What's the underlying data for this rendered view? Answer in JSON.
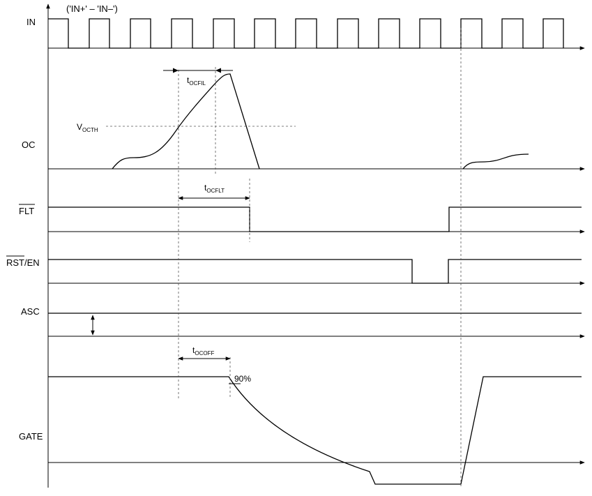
{
  "signals": {
    "in": "IN",
    "in_note": "('IN+' – 'IN–')",
    "oc": "OC",
    "flt": "FLT",
    "rst_en_bar": "RST",
    "rst_en_rest": "/EN",
    "asc": "ASC",
    "gate": "GATE"
  },
  "annotations": {
    "vocth_main": "V",
    "vocth_sub": "OCTH",
    "tocfil_main": "t",
    "tocfil_sub": "OCFIL",
    "tocflt_main": "t",
    "tocflt_sub": "OCFLT",
    "tocoff_main": "t",
    "tocoff_sub": "OCOFF",
    "ninety": "90%"
  },
  "colors": {
    "line": "#000000",
    "guide": "#555555",
    "background": "#ffffff"
  }
}
